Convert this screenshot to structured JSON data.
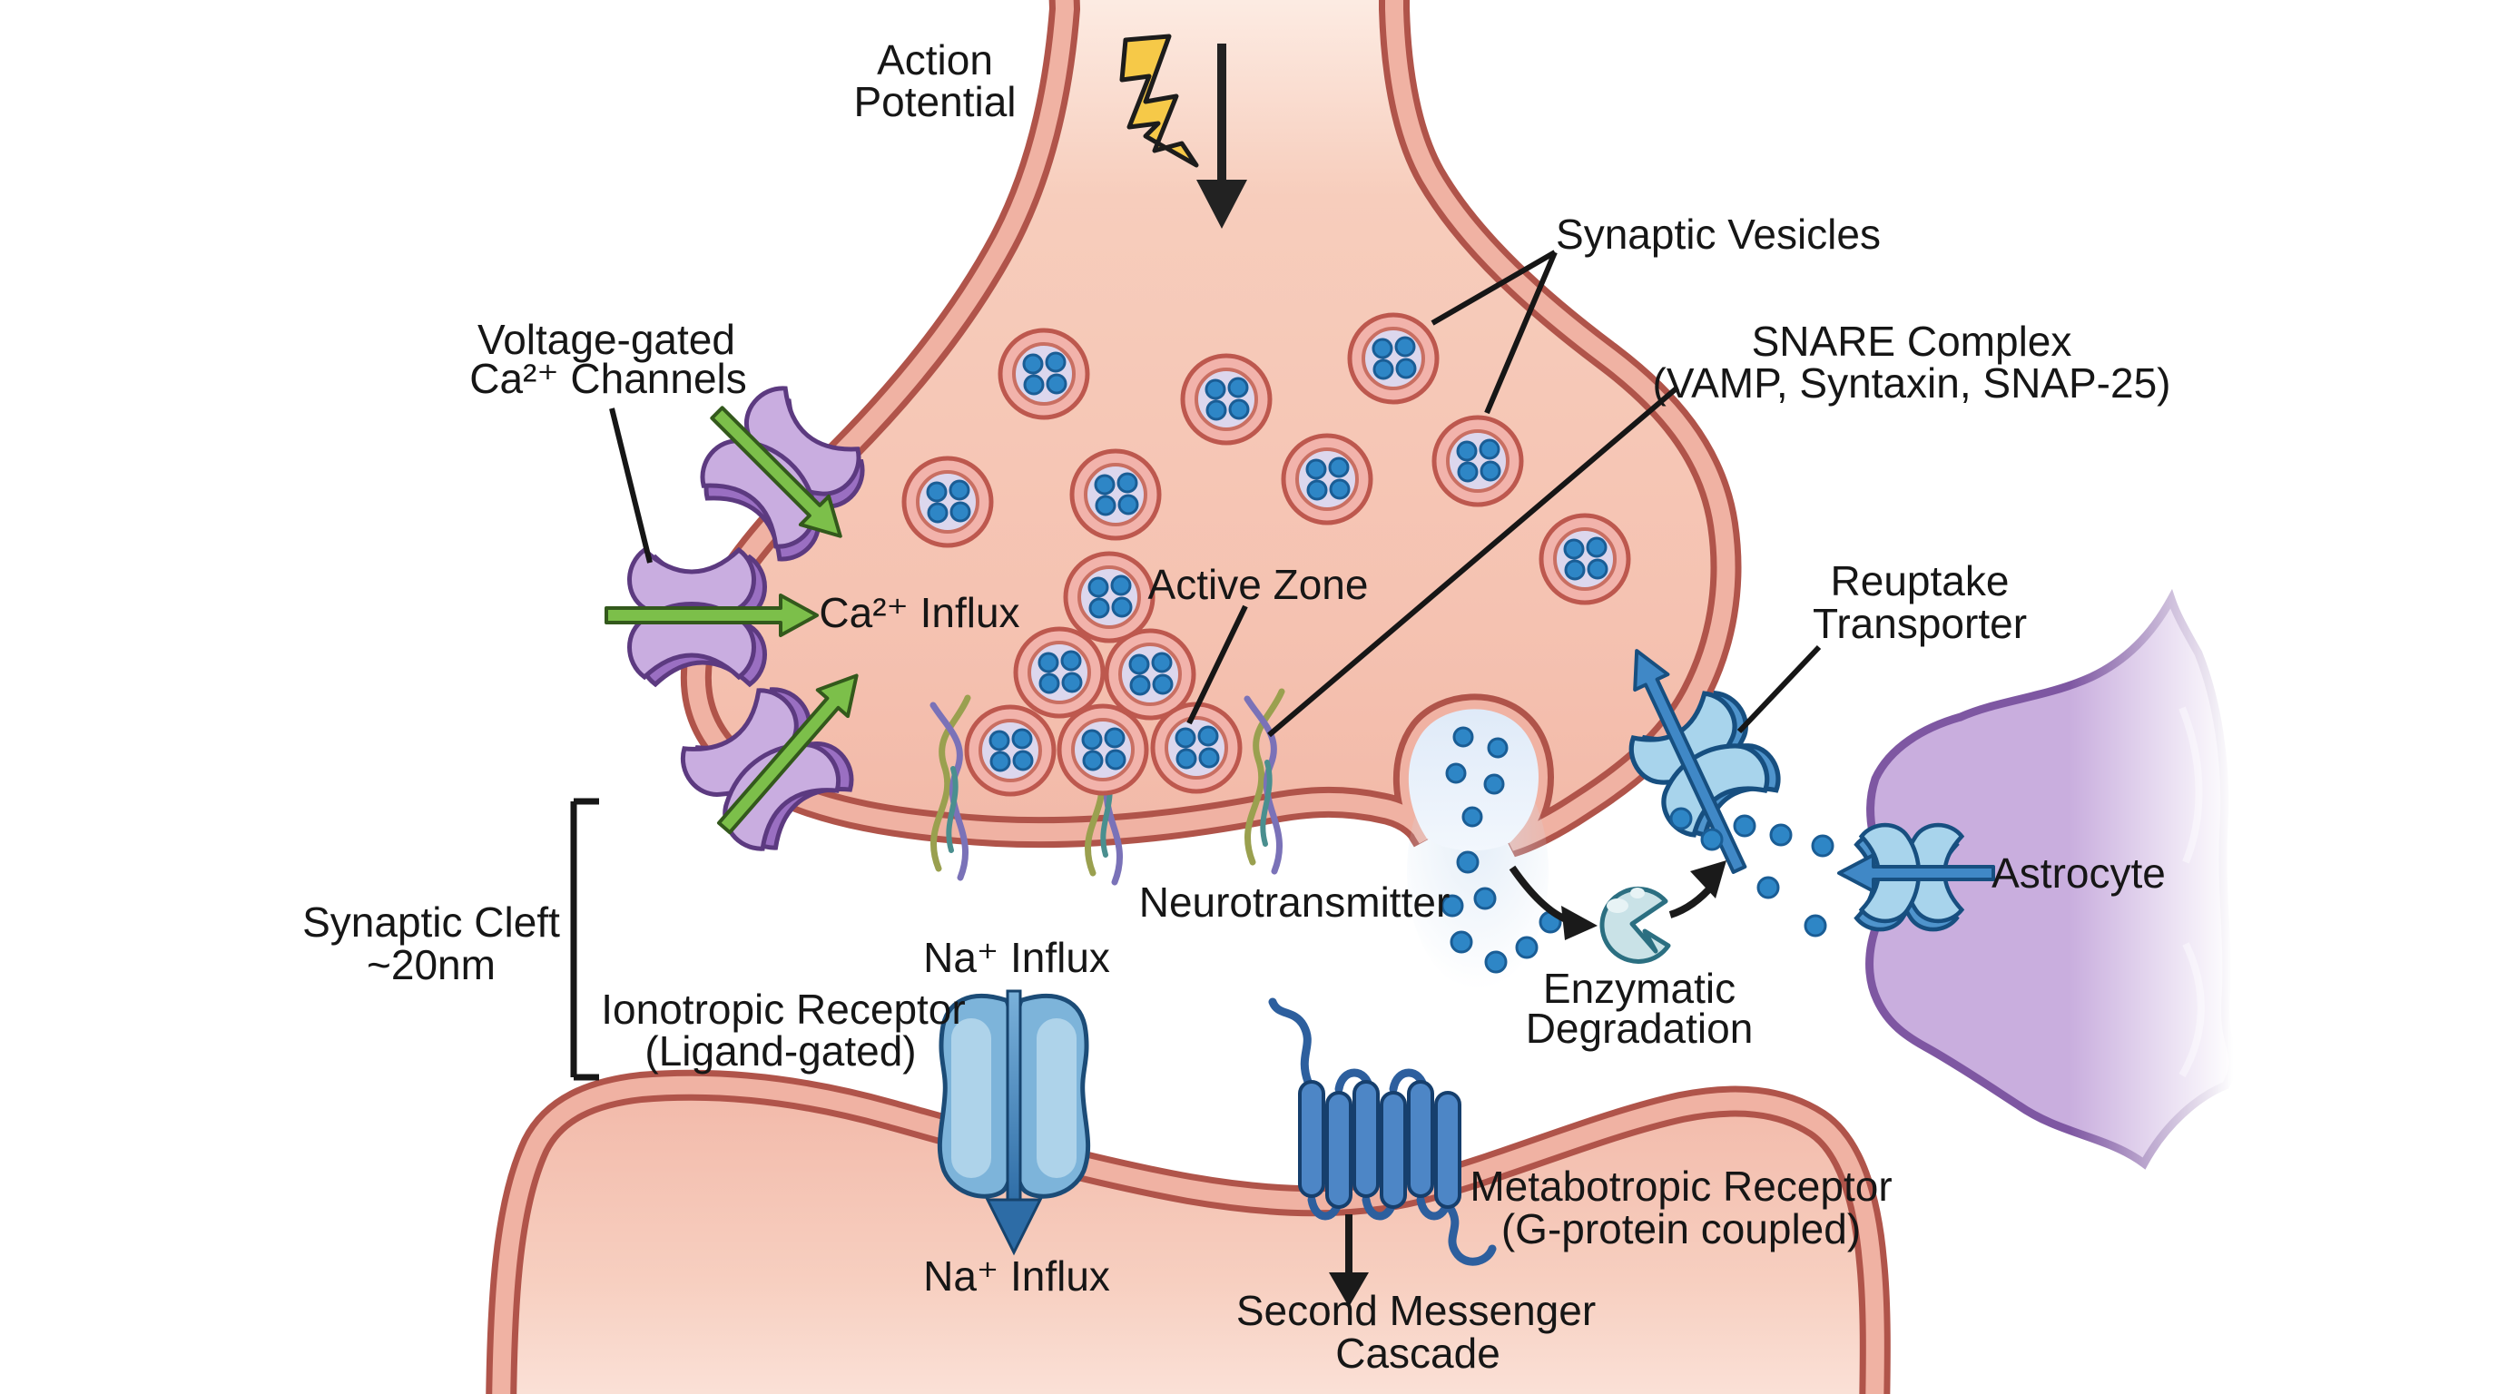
{
  "diagram": {
    "title_implicit": "Chemical synapse neurotransmission diagram",
    "labels": {
      "action_line1": "Action",
      "action_line2": "Potential",
      "synaptic_vesicles": "Synaptic Vesicles",
      "snare_line1": "SNARE Complex",
      "snare_line2": "(VAMP, Syntaxin, SNAP-25)",
      "vg_line1": "Voltage-gated",
      "vg_line2": "Ca²⁺ Channels",
      "ca_influx": "Ca²⁺ Influx",
      "active_zone": "Active Zone",
      "reuptake_line1": "Reuptake",
      "reuptake_line2": "Transporter",
      "astrocyte": "Astrocyte",
      "cleft_line1": "Synaptic Cleft",
      "cleft_line2": "~20nm",
      "neurotransmitter": "Neurotransmitter",
      "enz_line1": "Enzymatic",
      "enz_line2": "Degradation",
      "iono_line1": "Ionotropic Receptor",
      "iono_line2": "(Ligand-gated)",
      "na_top": "Na⁺ Influx",
      "na_bottom": "Na⁺ Influx",
      "met_line1": "Metabotropic Receptor",
      "met_line2": "(G-protein coupled)",
      "sm_line1": "Second Messenger",
      "sm_line2": "Cascade"
    },
    "icons": {
      "lightning": "lightning-bolt-icon",
      "down_arrow": "action-potential-arrow-icon",
      "pacman_enzyme": "enzyme-pacman-icon"
    },
    "colors": {
      "membrane_outline": "#b0544a",
      "membrane_band": "#f0b2a3",
      "cell_fill_light": "#fbe0d4",
      "cell_fill": "#f3bcab",
      "vesicle_ring": "#f2b3ab",
      "vesicle_ring_stroke": "#bd584e",
      "vesicle_core": "#dcd7ed",
      "neurotransmitter_dot": "#2e86c6",
      "dot_stroke": "#1a5d95",
      "ca_channel_front": "#c9ade0",
      "ca_channel_back": "#9a6fc2",
      "ca_channel_stroke": "#5c3a80",
      "green_arrow": "#7cbf4a",
      "green_arrow_stroke": "#33591c",
      "blue_receptor": "#7db4da",
      "blue_receptor_light": "#aed3ea",
      "blue_receptor_stroke": "#1c4c77",
      "metabotropic_fill": "#4d86c6",
      "astrocyte_fill": "#c9aede",
      "astrocyte_stroke": "#7e57a2",
      "enzyme_fill": "#c9e2e7",
      "enzyme_stroke": "#2b6f81",
      "lightning_fill": "#f6c948",
      "text": "#161616"
    }
  }
}
